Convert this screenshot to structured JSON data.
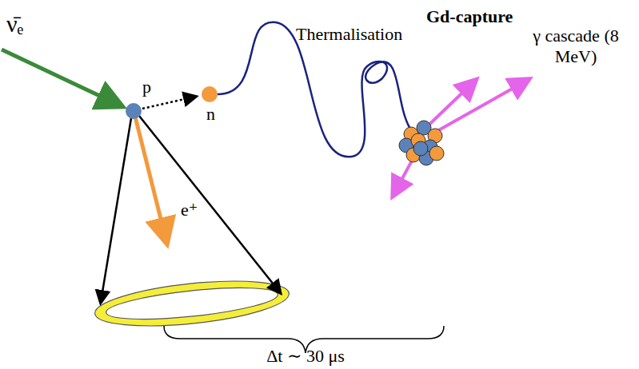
{
  "diagram": {
    "labels": [
      "ν̄ₑ",
      "p",
      "n",
      "e⁺",
      "Thermalisation",
      "Gd-capture",
      "γ cascade (8 MeV)",
      "Δt ∼ 30 μs"
    ]
  }
}
